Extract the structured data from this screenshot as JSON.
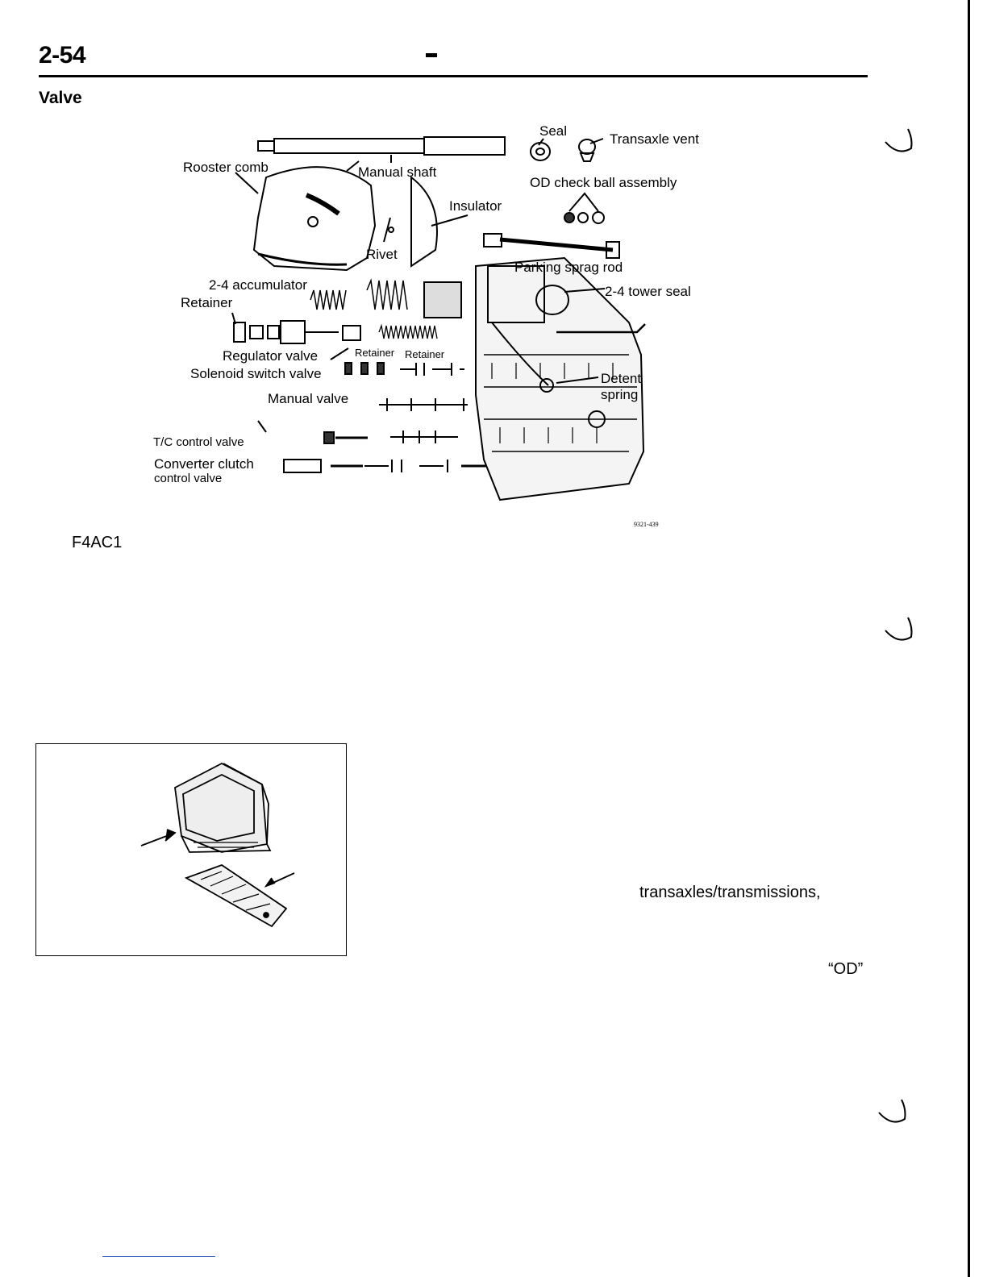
{
  "header": {
    "page_number": "2-54",
    "center_mark": "-",
    "section_title": "Valve"
  },
  "figure": {
    "labels": {
      "seal": "Seal",
      "transaxle_vent": "Transaxle vent",
      "rooster_comb": "Rooster comb",
      "manual_shaft": "Manual shaft",
      "od_check_ball": "OD check ball assembly",
      "insulator": "Insulator",
      "rivet": "Rivet",
      "parking_sprag_rod": "Parking sprag rod",
      "accumulator": "2-4 accumulator",
      "tower_seal": "2-4 tower seal",
      "retainer_left": "Retainer",
      "regulator_valve": "Regulator valve",
      "retainer_mid": "Retainer",
      "retainer_right": "Retainer",
      "solenoid_switch_valve": "Solenoid switch valve",
      "detent": "Detent",
      "spring": "spring",
      "manual_valve": "Manual valve",
      "tc_control_valve": "T/C control valve",
      "converter_clutch": "Converter clutch",
      "control_valve": "control valve"
    },
    "code": "9321-439"
  },
  "part_code": "F4AC1",
  "body_words": {
    "transaxles": "transaxles/transmissions,",
    "od": "“OD”"
  }
}
